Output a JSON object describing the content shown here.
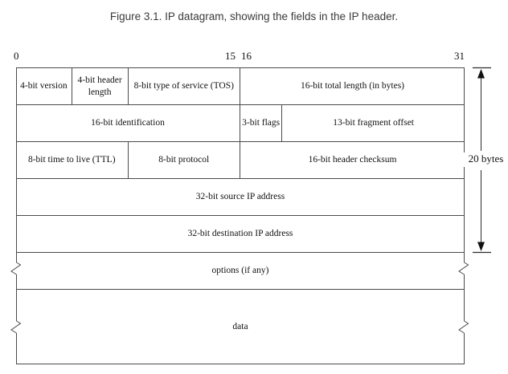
{
  "title": "Figure 3.1. IP datagram, showing the fields in the IP header.",
  "bit_scale": {
    "start": "0",
    "mid_left": "15",
    "mid_right": "16",
    "end": "31"
  },
  "size_annotation": "20 bytes",
  "colors": {
    "line": "#4a4a4a",
    "arrow": "#2b2b2b",
    "text": "#111111",
    "title_text": "#3a3a3a",
    "background": "#ffffff"
  },
  "diagram": {
    "rows": [
      {
        "kind": "fields",
        "cells": [
          {
            "bits": 4,
            "label": "4-bit version"
          },
          {
            "bits": 4,
            "label": "4-bit header length"
          },
          {
            "bits": 8,
            "label": "8-bit type of service (TOS)"
          },
          {
            "bits": 16,
            "label": "16-bit total length (in bytes)"
          }
        ]
      },
      {
        "kind": "fields",
        "cells": [
          {
            "bits": 16,
            "label": "16-bit identification"
          },
          {
            "bits": 3,
            "label": "3-bit flags"
          },
          {
            "bits": 13,
            "label": "13-bit fragment offset"
          }
        ]
      },
      {
        "kind": "fields",
        "cells": [
          {
            "bits": 8,
            "label": "8-bit time to live (TTL)"
          },
          {
            "bits": 8,
            "label": "8-bit protocol"
          },
          {
            "bits": 16,
            "label": "16-bit header checksum"
          }
        ]
      },
      {
        "kind": "fields",
        "cells": [
          {
            "bits": 32,
            "label": "32-bit source IP address"
          }
        ]
      },
      {
        "kind": "fields",
        "cells": [
          {
            "bits": 32,
            "label": "32-bit destination IP address"
          }
        ]
      },
      {
        "kind": "options",
        "cells": [
          {
            "bits": 32,
            "label": "options (if any)"
          }
        ]
      },
      {
        "kind": "data",
        "cells": [
          {
            "bits": 32,
            "label": "data"
          }
        ]
      }
    ]
  }
}
